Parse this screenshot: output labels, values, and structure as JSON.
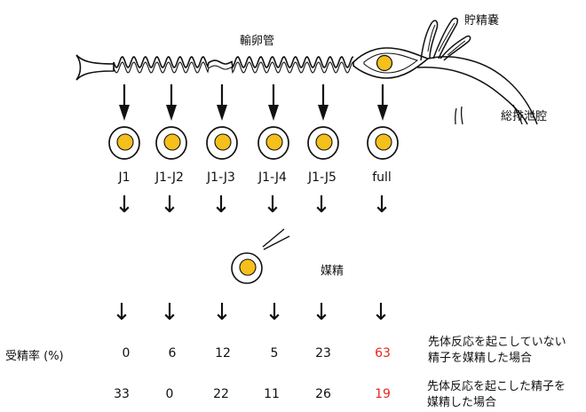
{
  "labels": {
    "oviduct": "輸卵管",
    "seminal_receptacle": "貯精嚢",
    "cloaca": "総排泄腔",
    "insemination": "媒精",
    "fertilization_rate": "受精率 (%)"
  },
  "segments": [
    "J1",
    "J1-J2",
    "J1-J3",
    "J1-J4",
    "J1-J5",
    "full"
  ],
  "rows": [
    {
      "values": [
        "0",
        "6",
        "12",
        "5",
        "23",
        "63"
      ],
      "note_line1": "先体反応を起こしていない",
      "note_line2": "精子を媒精した場合"
    },
    {
      "values": [
        "33",
        "0",
        "22",
        "11",
        "26",
        "19"
      ],
      "note_line1": "先体反応を起こした精子を",
      "note_line2": "媒精した場合"
    }
  ],
  "highlight_column": "full",
  "arrow_glyph": "↓",
  "colors": {
    "yolk": "#f5bf1c",
    "highlight": "#e8261f",
    "ink": "#111111"
  }
}
